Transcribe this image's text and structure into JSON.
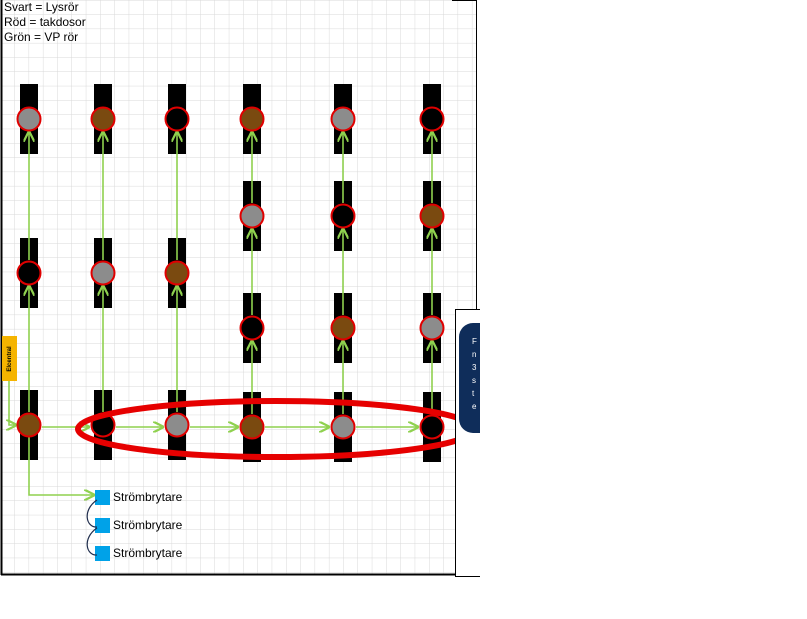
{
  "legend": {
    "black": "Svart = Lysrör",
    "red": "Röd = takdosor",
    "green": "Grön = VP rör"
  },
  "elcentral_label": "Elcentral",
  "switches": [
    {
      "label": "Strömbrytare"
    },
    {
      "label": "Strömbrytare"
    },
    {
      "label": "Strömbrytare"
    }
  ],
  "note_text": "F\nn\n3\ns\nt\ne",
  "colors": {
    "fixture_black": "#000000",
    "fixture_ring": "#e00000",
    "fill_gray": "#8c8c8c",
    "fill_brown": "#7a4a10",
    "fill_black": "#000000",
    "conduit_green": "#8fd14f",
    "highlight_red": "#e60000",
    "switch_blue": "#00a2e8",
    "elcentral_yellow": "#f5b400",
    "note_navy": "#0f2d5a",
    "grid": "#d9d9d9"
  },
  "columns": [
    {
      "fixtures": [
        {
          "fill": "gray"
        },
        {
          "fill": "black"
        },
        {
          "fill": "brown"
        }
      ]
    },
    {
      "fixtures": [
        {
          "fill": "brown"
        },
        {
          "fill": "gray"
        },
        {
          "fill": "black"
        }
      ]
    },
    {
      "fixtures": [
        {
          "fill": "black"
        },
        {
          "fill": "brown"
        },
        {
          "fill": "gray"
        }
      ]
    },
    {
      "fixtures": [
        {
          "fill": "brown"
        },
        {
          "fill": "gray"
        },
        {
          "fill": "black"
        },
        {
          "fill": "brown"
        }
      ]
    },
    {
      "fixtures": [
        {
          "fill": "gray"
        },
        {
          "fill": "black"
        },
        {
          "fill": "brown"
        },
        {
          "fill": "gray"
        }
      ]
    },
    {
      "fixtures": [
        {
          "fill": "black"
        },
        {
          "fill": "brown"
        },
        {
          "fill": "gray"
        },
        {
          "fill": "black"
        }
      ]
    }
  ]
}
